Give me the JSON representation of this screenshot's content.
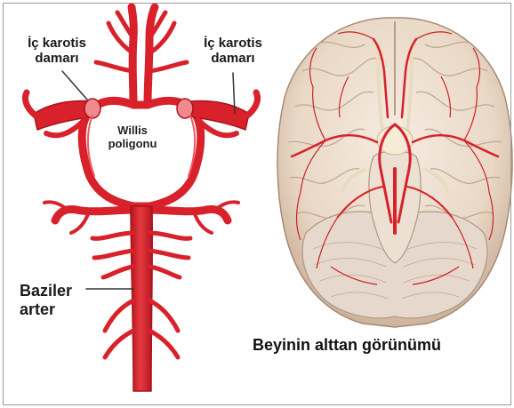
{
  "labels": {
    "ica_left": [
      "İç karotis",
      "damarı"
    ],
    "ica_right": [
      "İç karotis",
      "damarı"
    ],
    "willis": [
      "Willis",
      "poligonu"
    ],
    "basilar": [
      "Baziler",
      "arter"
    ],
    "caption": "Beyinin alttan görünümü"
  },
  "colors": {
    "artery": "#d8212b",
    "artery_dark": "#a8141c",
    "artery_light": "#ef5a5f",
    "brain": "#efe2d4",
    "brain_shadow": "#d9c4b0",
    "brain_line": "#b89c86",
    "cerebellum": "#e6d8cc",
    "nerve": "#f1ead0",
    "background": "#ffffff"
  }
}
